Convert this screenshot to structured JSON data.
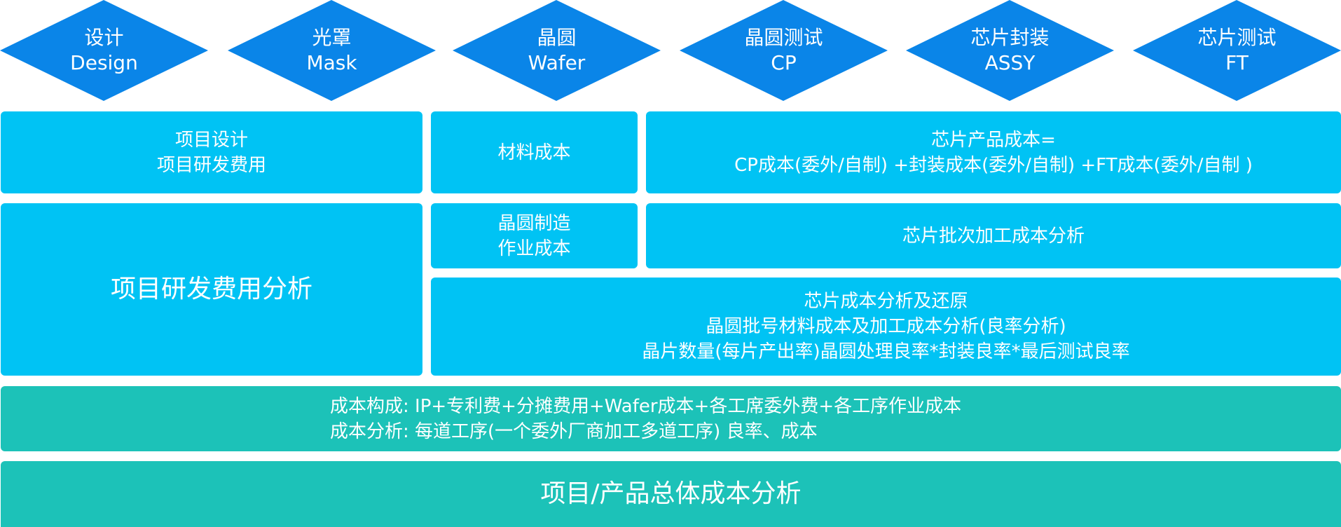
{
  "diagram": {
    "stages": [
      {
        "zh": "设计",
        "en": "Design"
      },
      {
        "zh": "光罩",
        "en": "Mask"
      },
      {
        "zh": "晶圆",
        "en": "Wafer"
      },
      {
        "zh": "晶圆测试",
        "en": "CP"
      },
      {
        "zh": "芯片封装",
        "en": "ASSY"
      },
      {
        "zh": "芯片测试",
        "en": "FT"
      }
    ],
    "boxes": {
      "project_design": [
        "项目设计",
        "项目研发费用"
      ],
      "material_cost": [
        "材料成本"
      ],
      "chip_product_cost": [
        "芯片产品成本=",
        "CP成本(委外/自制) +封装成本(委外/自制) +FT成本(委外/自制 )"
      ],
      "rd_cost_analysis": [
        "项目研发费用分析"
      ],
      "wafer_manufacturing": [
        "晶圆制造",
        "作业成本"
      ],
      "chip_batch_processing": [
        "芯片批次加工成本分析"
      ],
      "chip_cost_restore": [
        "芯片成本分析及还原",
        "晶圆批号材料成本及加工成本分析(良率分析)",
        "晶片数量(每片产出率)晶圆处理良率*封装良率*最后测试良率"
      ],
      "cost_composition": [
        "成本构成: IP+专利费+分摊费用+Wafer成本+各工席委外费+各工序作业成本",
        "成本分析: 每道工序(一个委外厂商加工多道工序) 良率、成本"
      ],
      "total_cost_analysis": [
        "项目/产品总体成本分析"
      ]
    },
    "colors": {
      "diamond": "#0a85e8",
      "box_cyan": "#00c3f4",
      "box_teal": "#1cc2b8"
    }
  }
}
